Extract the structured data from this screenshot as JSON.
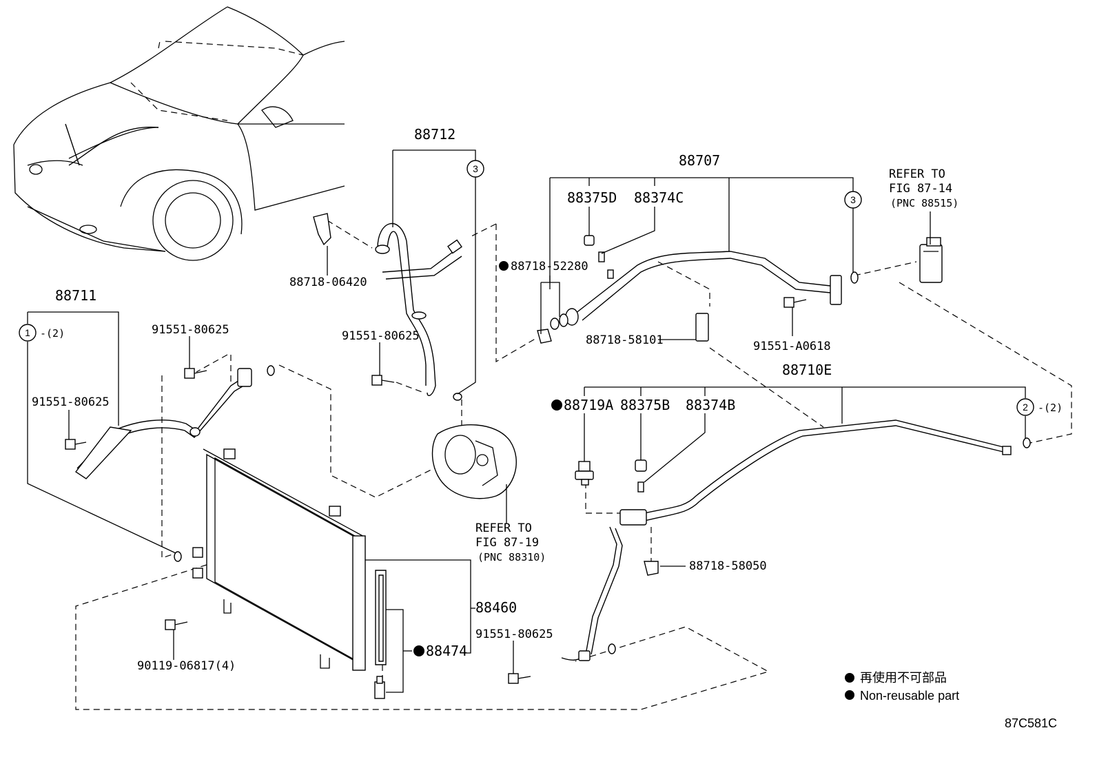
{
  "callouts": {
    "c88712": "88712",
    "c88707": "88707",
    "c88711": "88711",
    "c88375D": "88375D",
    "c88374C": "88374C",
    "c88718_06420": "88718-06420",
    "c88718_52280": "88718-52280",
    "c88718_58101": "88718-58101",
    "c91551_A0618": "91551-A0618",
    "c91551_80625_a": "91551-80625",
    "c91551_80625_b": "91551-80625",
    "c91551_80625_c": "91551-80625",
    "c91551_80625_d": "91551-80625",
    "c88710E": "88710E",
    "c88719A": "88719A",
    "c88375B": "88375B",
    "c88374B": "88374B",
    "c88718_58050": "88718-58050",
    "c88460": "88460",
    "c88474": "88474",
    "c90119": "90119-06817(4)"
  },
  "circle_refs": {
    "r1": "1",
    "r1_qty": "-(2)",
    "r2": "2",
    "r2_qty": "-(2)",
    "r3a": "3",
    "r3b": "3"
  },
  "refer_notes": {
    "fig8714_line1": "REFER TO",
    "fig8714_line2": "FIG 87-14",
    "fig8714_line3": "(PNC 88515)",
    "fig8719_line1": "REFER TO",
    "fig8719_line2": "FIG 87-19",
    "fig8719_line3": "(PNC 88310)"
  },
  "legend": {
    "japanese": "再使用不可部品",
    "english": "Non-reusable part"
  },
  "figure_id": "87C581C"
}
